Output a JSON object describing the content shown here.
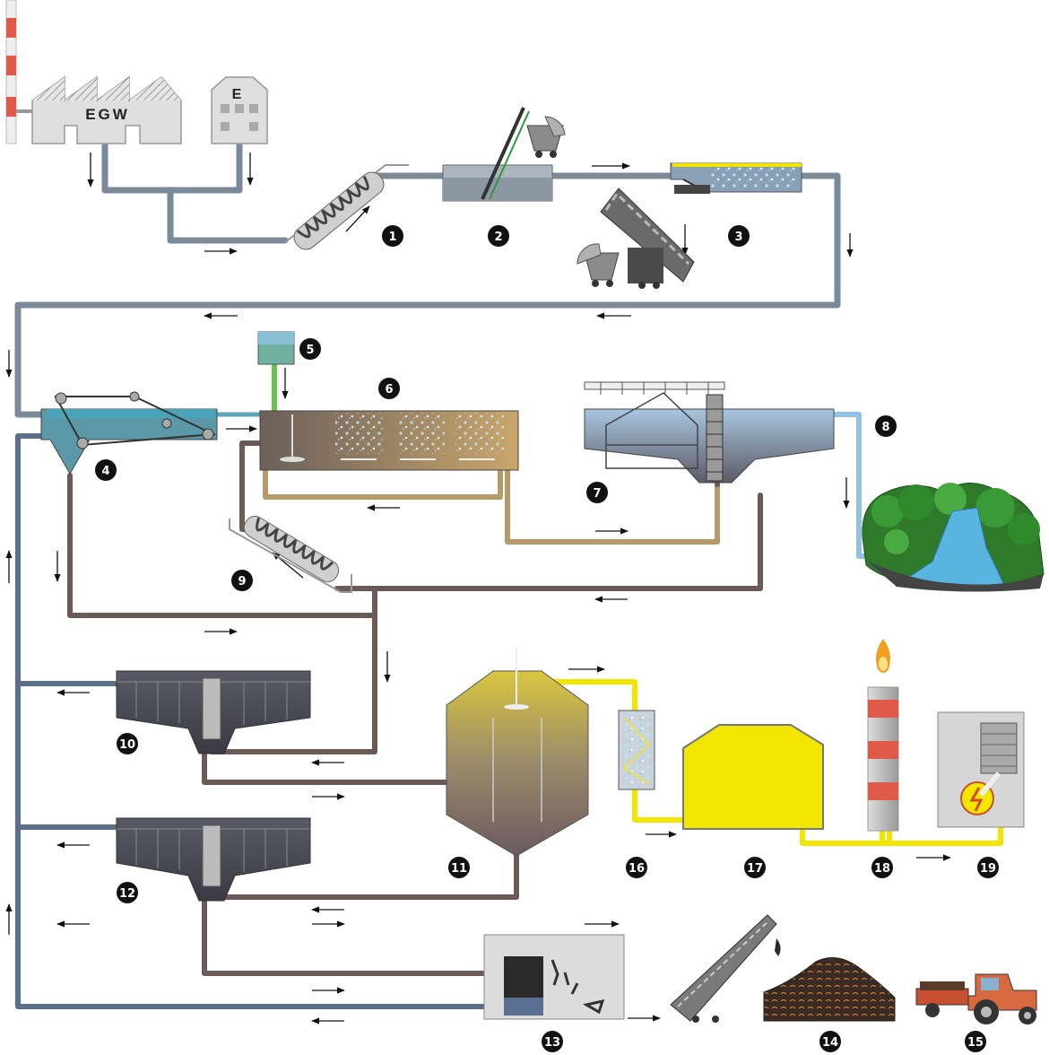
{
  "buildings": {
    "factory_label": "EGW",
    "house_label": "E"
  },
  "badges": [
    "1",
    "2",
    "3",
    "4",
    "5",
    "6",
    "7",
    "8",
    "9",
    "10",
    "11",
    "12",
    "13",
    "14",
    "15",
    "16",
    "17",
    "18",
    "19"
  ],
  "colors": {
    "wastewater_pipe": "#7a8a99",
    "return_water_pipe": "#5a6f8c",
    "activated_sludge_pipe": "#b89a6a",
    "sludge_pipe": "#6b5a55",
    "biogas_pipe": "#f2e600",
    "treated_water_pipe": "#8fc3e6",
    "chemical_dosing_pipe": "#66c24a",
    "badge": "#111111"
  },
  "icons": [
    "factory-icon",
    "house-icon",
    "chimney-icon",
    "screw-pump-icon",
    "rake-screen-icon",
    "mine-cart-icon",
    "conveyor-icon",
    "grit-chamber-icon",
    "settling-tank-icon",
    "aeration-tank-icon",
    "dosing-tank-icon",
    "digester-icon",
    "gas-filter-icon",
    "gas-holder-icon",
    "gas-flare-icon",
    "generator-icon",
    "sludge-press-icon",
    "compost-heap-icon",
    "tractor-icon",
    "river-icon",
    "flow-arrow-icon"
  ]
}
